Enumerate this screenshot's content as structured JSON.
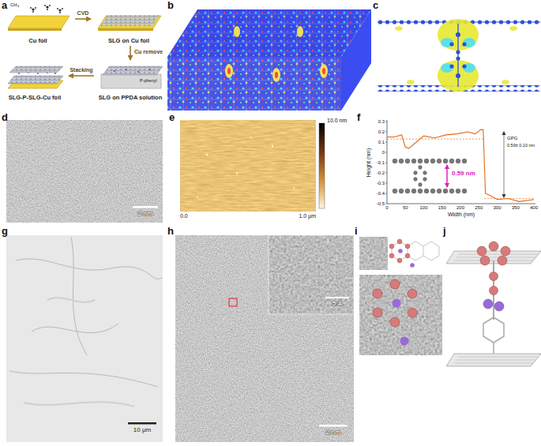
{
  "diagram": {
    "nodes": [
      {
        "text": [
          "Cu foil"
        ]
      },
      {
        "text": [
          "SLG on Cu foil"
        ]
      },
      {
        "text": [
          "SLG on PPDA solution"
        ]
      },
      {
        "text": [
          "SLG-P-SLG-Cu foil"
        ]
      }
    ],
    "edges": [
      {
        "from": 0,
        "to": 1,
        "label": "CVD",
        "arrow": "to"
      },
      {
        "from": 1,
        "to": 2,
        "label": "Cu remove",
        "arrow": "to"
      },
      {
        "from": 2,
        "to": 3,
        "label": "Stacking",
        "arrow": "to"
      }
    ],
    "labels": [
      "a",
      "CH₄",
      "P-phenyl",
      "b",
      "c",
      "d",
      "2 nm",
      "e",
      "10.0 nm",
      "0.0",
      "1.0 μm",
      "f",
      "0.3",
      "0.2",
      "0.1",
      "0",
      "-0.1",
      "-0.2",
      "-0.3",
      "-0.4",
      "-0.5",
      "Height (nm)",
      "0",
      "50",
      "100",
      "150",
      "200",
      "250",
      "300",
      "350",
      "400",
      "Width (nm)",
      "GPG",
      "0.59± 0.10 nm",
      "0.59 nm",
      "g",
      "10 μm",
      "h",
      "5 Å",
      "2 nm",
      "i",
      "j"
    ]
  }
}
